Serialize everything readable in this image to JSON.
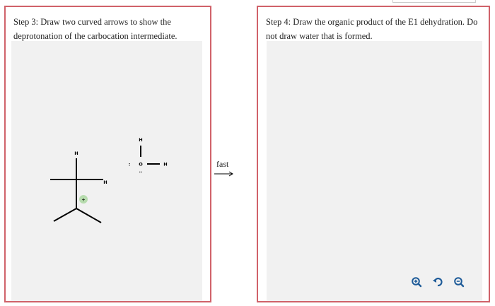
{
  "step3": {
    "instruction": "Step 3: Draw two curved arrows to show the deprotonation of the carbocation intermediate.",
    "atoms": {
      "h_top": "H",
      "h_right": "H",
      "charge": "+"
    },
    "water": {
      "h_top": "H",
      "o": "O",
      "h_right": "H",
      "lone_pair_left": ":",
      "lone_pair_bottom": ".."
    }
  },
  "step4": {
    "instruction": "Step 4: Draw the organic product of the E1 dehydration. Do not draw water that is formed."
  },
  "reaction_arrow": {
    "label": "fast"
  },
  "toolbar": {
    "zoom_in": "zoom-in",
    "reset": "reset",
    "zoom_out": "zoom-out"
  },
  "colors": {
    "panel_border": "#d0626a",
    "canvas_bg": "#f1f1f1",
    "icon": "#1f5c99",
    "charge_bg": "#b7dcae"
  }
}
